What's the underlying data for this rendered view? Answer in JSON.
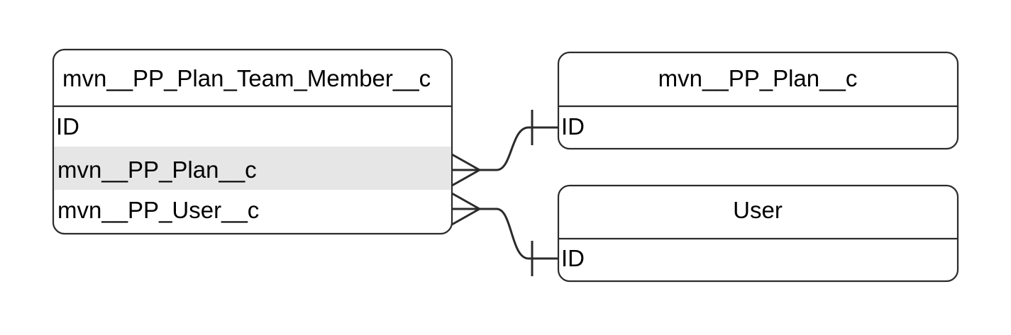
{
  "diagram": {
    "type": "entity-relationship-diagram",
    "notation": "crow-foot",
    "background_color": "#ffffff",
    "line_color": "#2b2b2b",
    "text_color": "#000000",
    "highlight_color": "#e6e6e6",
    "entities": [
      {
        "id": "plan_team_member",
        "name": "mvn__PP_Plan_Team_Member__c",
        "title_align": "left",
        "attributes": [
          {
            "name": "ID",
            "highlighted": false
          },
          {
            "name": "mvn__PP_Plan__c",
            "highlighted": true
          },
          {
            "name": "mvn__PP_User__c",
            "highlighted": false
          }
        ]
      },
      {
        "id": "plan",
        "name": "mvn__PP_Plan__c",
        "title_align": "center",
        "attributes": [
          {
            "name": "ID",
            "highlighted": false
          }
        ]
      },
      {
        "id": "user",
        "name": "User",
        "title_align": "center",
        "attributes": [
          {
            "name": "ID",
            "highlighted": false
          }
        ]
      }
    ],
    "relationships": [
      {
        "from_entity": "plan_team_member",
        "from_attribute": "mvn__PP_Plan__c",
        "from_cardinality": "many",
        "to_entity": "plan",
        "to_attribute": "ID",
        "to_cardinality": "one"
      },
      {
        "from_entity": "plan_team_member",
        "from_attribute": "mvn__PP_User__c",
        "from_cardinality": "many",
        "to_entity": "user",
        "to_attribute": "ID",
        "to_cardinality": "one"
      }
    ]
  }
}
